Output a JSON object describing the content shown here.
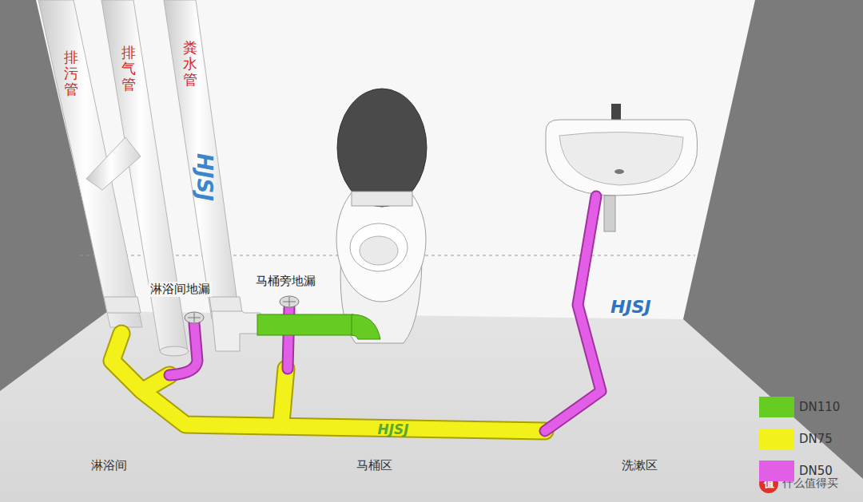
{
  "diagram": {
    "labels": [
      "排污管",
      "排气管",
      "粪水管",
      "HJSJ",
      "淋浴间地漏",
      "马桶旁地漏",
      "HJSJ",
      "HJSJ",
      "淋浴间",
      "马桶区",
      "洗漱区",
      "值",
      "什么值得买"
    ],
    "legend": [
      {
        "text": "DN110",
        "color": "#66cc22"
      },
      {
        "text": "DN75",
        "color": "#f2f21a"
      },
      {
        "text": "DN50",
        "color": "#e35ee6"
      }
    ]
  }
}
